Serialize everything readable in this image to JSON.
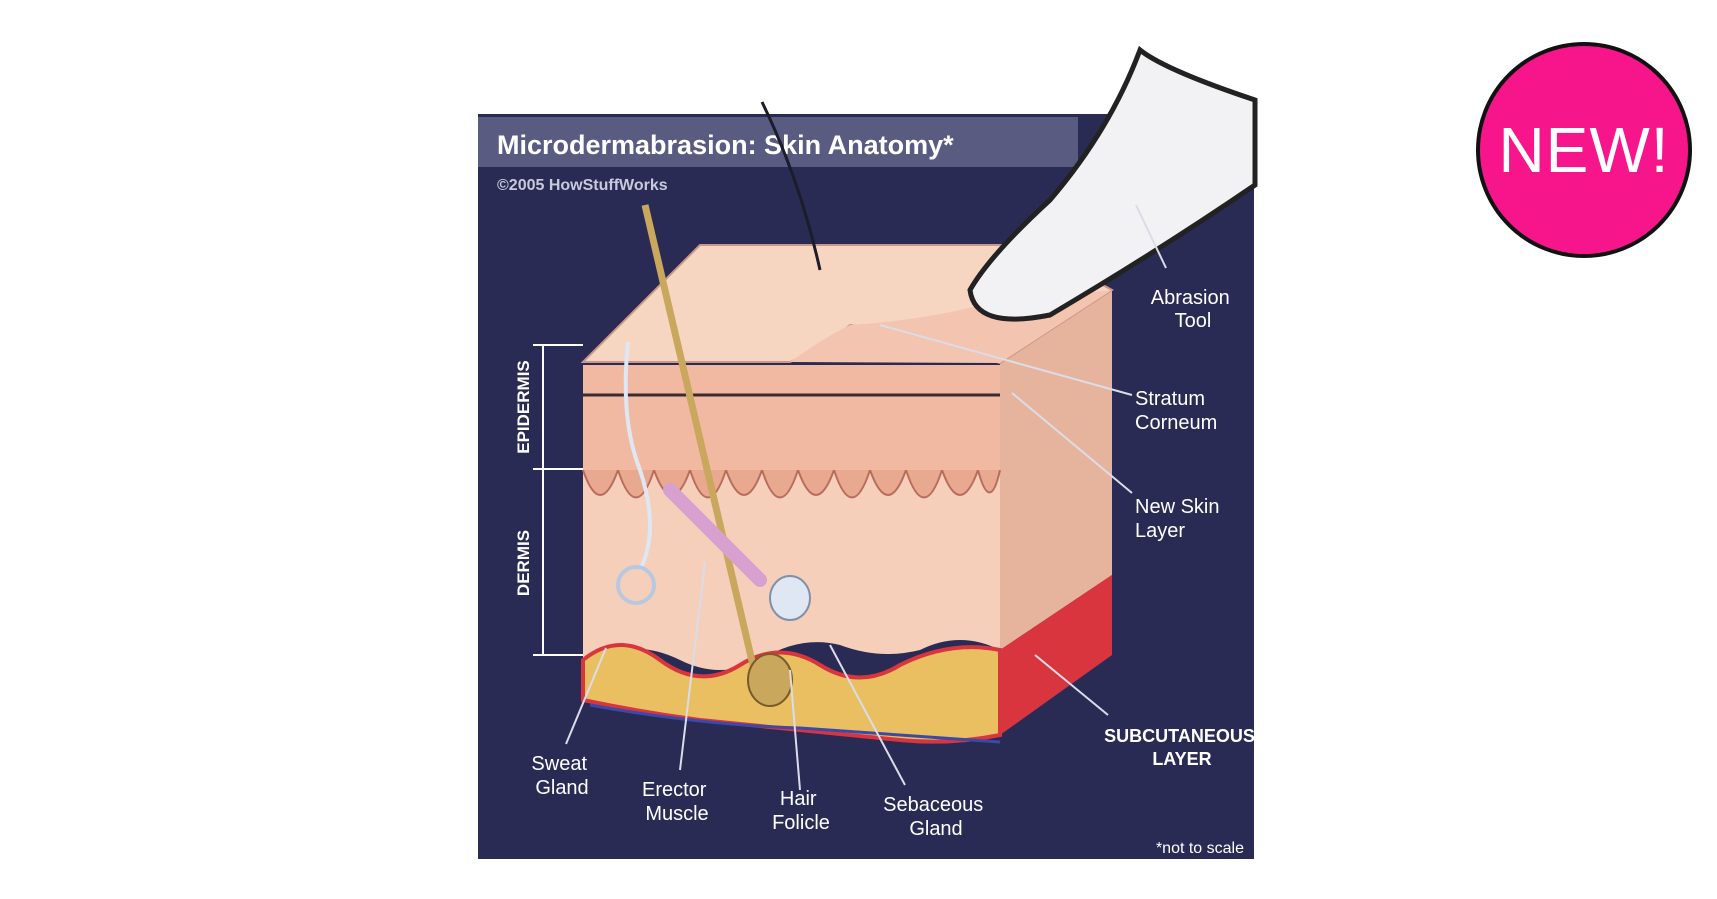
{
  "diagram": {
    "title": "Microdermabrasion: Skin Anatomy*",
    "copyright": "©2005 HowStuffWorks",
    "footnote": "*not to scale",
    "side_labels": {
      "epidermis": "EPIDERMIS",
      "dermis": "DERMIS"
    },
    "callouts": {
      "abrasion_tool": [
        "Abrasion",
        "Tool"
      ],
      "stratum_corneum": [
        "Stratum",
        "Corneum"
      ],
      "new_skin_layer": [
        "New Skin",
        "Layer"
      ],
      "subcutaneous_layer": [
        "SUBCUTANEOUS",
        "LAYER"
      ],
      "sweat_gland": [
        "Sweat",
        "Gland"
      ],
      "erector_muscle": [
        "Erector",
        "Muscle"
      ],
      "hair_folicle": [
        "Hair",
        "Folicle"
      ],
      "sebaceous_gland": [
        "Sebaceous",
        "Gland"
      ]
    },
    "colors": {
      "background": "#2a2b55",
      "title_bar": "#5a5b80",
      "skin_top": "#f7d6c1",
      "epidermis": "#f1b9a2",
      "dermis": "#f6cfba",
      "fat": "#e9bf62",
      "subcutaneous": "#d8353e",
      "leader_line": "#dcdce8"
    }
  },
  "badge": {
    "label": "NEW!",
    "color": "#f7158c"
  }
}
